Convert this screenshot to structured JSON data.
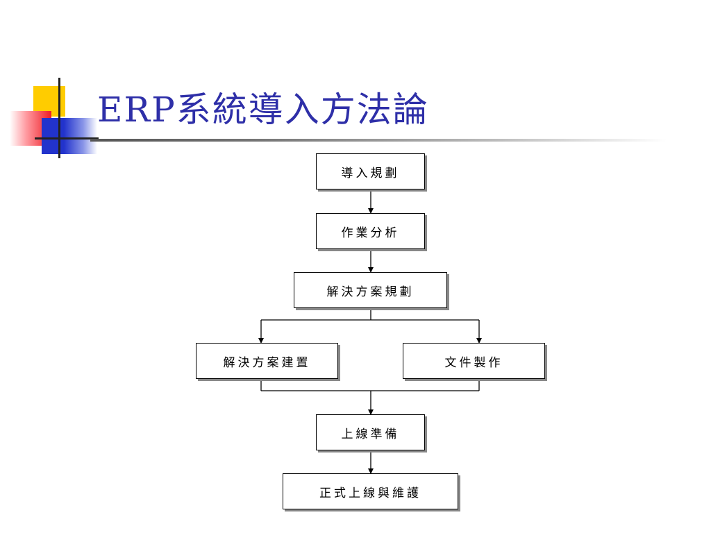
{
  "slide": {
    "title": "ERP系統導入方法論"
  },
  "flowchart": {
    "steps": {
      "step1": "導入規劃",
      "step2": "作業分析",
      "step3": "解決方案規劃",
      "step4a": "解決方案建置",
      "step4b": "文件製作",
      "step5": "上線準備",
      "step6": "正式上線與維護"
    }
  },
  "colors": {
    "title": "#2E2FA8",
    "deco_yellow": "#FFCC00",
    "deco_red": "#EE1C25",
    "deco_blue": "#2233CC"
  }
}
